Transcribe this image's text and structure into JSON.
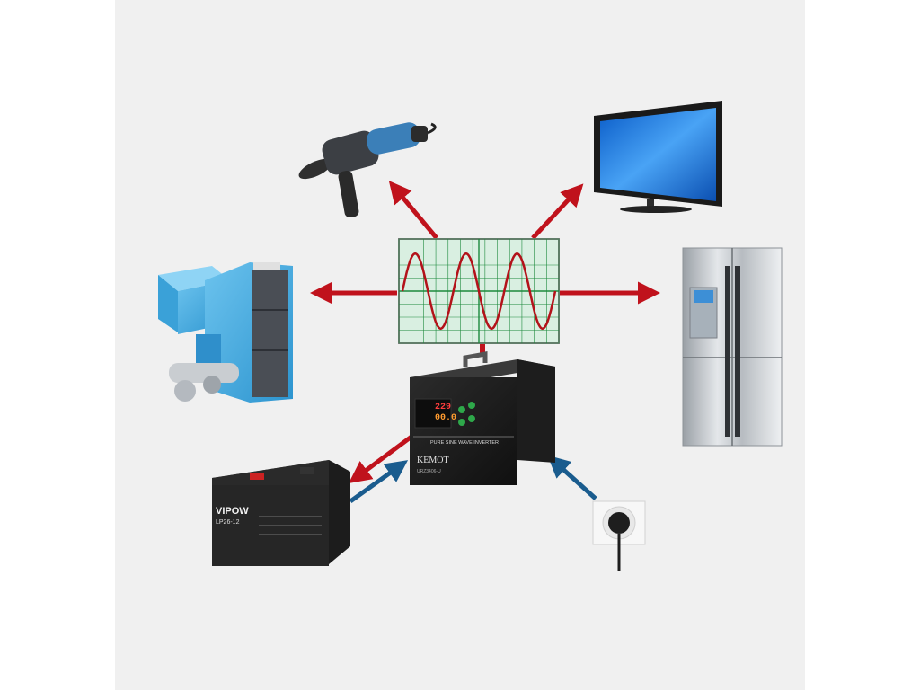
{
  "inverter": {
    "brand": "KEMOT",
    "display_top": "229",
    "display_bottom": "00.0",
    "panel_label": "PURE SINE WAVE INVERTER",
    "model": "URZ3406-U"
  },
  "battery": {
    "brand": "VIPOW",
    "model": "LP26-12"
  },
  "arrows": {
    "output_color": "#c0121c",
    "input_color": "#1a5c8e"
  },
  "waveform": {
    "type": "sine",
    "cycles": 3,
    "grid_color": "#1c8a3c",
    "wave_color": "#b3121a",
    "background": "#d9efe1"
  },
  "devices": [
    {
      "name": "angle-grinder-icon"
    },
    {
      "name": "tv-icon"
    },
    {
      "name": "boiler-icon"
    },
    {
      "name": "refrigerator-icon"
    },
    {
      "name": "battery-icon"
    },
    {
      "name": "wall-socket-icon"
    }
  ]
}
